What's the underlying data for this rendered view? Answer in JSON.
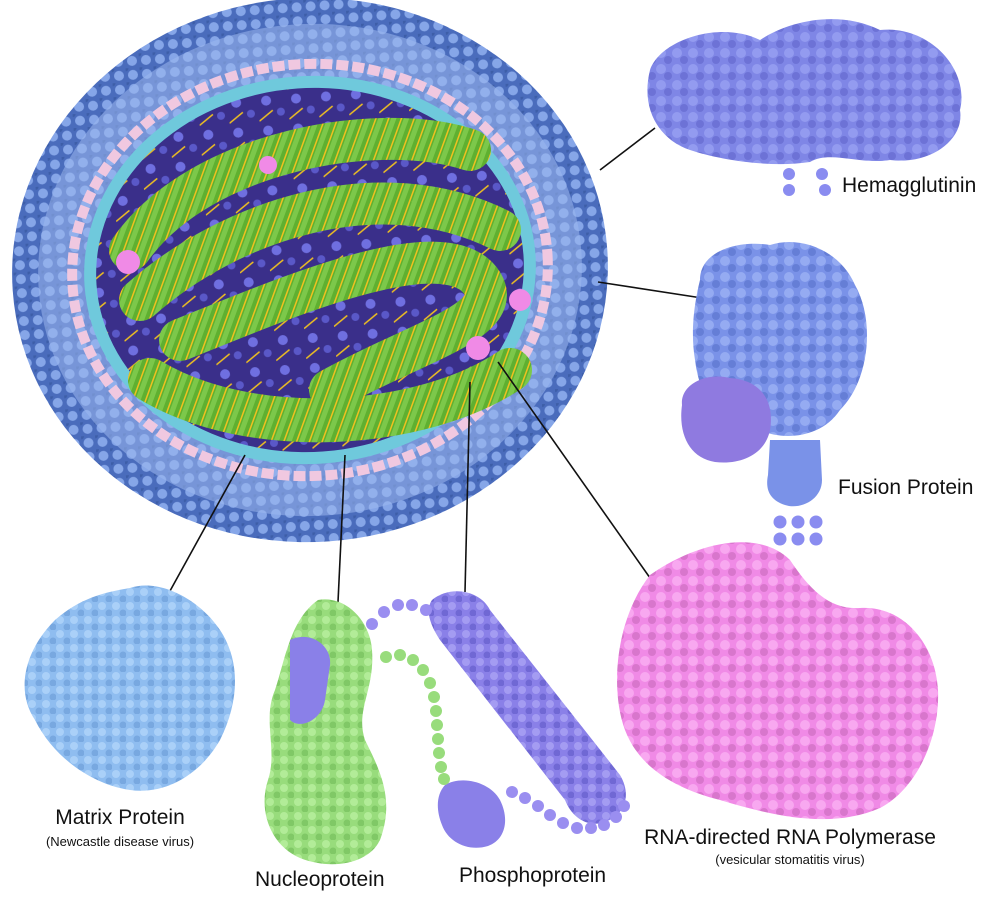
{
  "labels": {
    "hemagglutinin": "Hemagglutinin",
    "fusion_protein": "Fusion Protein",
    "matrix_protein": "Matrix Protein",
    "matrix_source": "(Newcastle disease virus)",
    "nucleoprotein": "Nucleoprotein",
    "phosphoprotein": "Phosphoprotein",
    "polymerase": "RNA-directed RNA Polymerase",
    "polymerase_source": "(vesicular stomatitis virus)"
  },
  "colors": {
    "envelope_outer": "#3d5ea8",
    "envelope_mid": "#6f8fd8",
    "envelope_spike": "#9db8ee",
    "membrane_pink": "#f0c8e0",
    "membrane_cyan": "#6fc9dc",
    "interior": "#3a2f8a",
    "nucleocapsid_green": "#5fb030",
    "nucleocapsid_light": "#8fd25a",
    "nucleocapsid_yellow": "#f0c020",
    "hemagglutinin": "#7f86e6",
    "fusion": "#7a92e8",
    "fusion_violet": "#8f7ae0",
    "matrix": "#8fbdf0",
    "nucleoprotein_green": "#98dc7c",
    "phosphoprotein": "#8a80e8",
    "polymerase": "#f08ae6"
  }
}
